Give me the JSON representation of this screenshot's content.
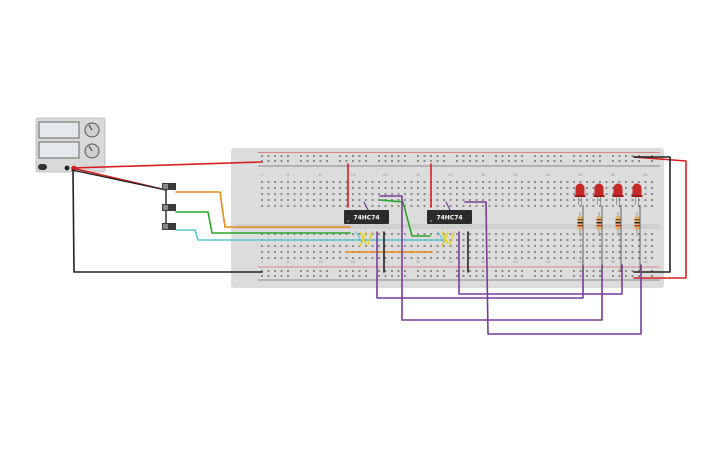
{
  "chips": [
    {
      "label": "74HC74"
    },
    {
      "label": "74HC74"
    }
  ],
  "breadboard": {
    "column_numbers": [
      "1",
      "5",
      "10",
      "15",
      "20",
      "25",
      "30",
      "35",
      "40",
      "45",
      "50",
      "55",
      "60"
    ]
  },
  "colors": {
    "board": "#dcdcdc",
    "rail_red": "#d32f2f",
    "rail_black": "#222222",
    "wire_red": "#d62020",
    "wire_black": "#222222",
    "wire_orange": "#e88a1a",
    "wire_green": "#2aa52a",
    "wire_cyan": "#5bc6d6",
    "wire_purple": "#7a3c9a",
    "wire_yellow": "#e8d020",
    "led": "#c62828",
    "chip": "#2b2b2b"
  },
  "leds": [
    {
      "state": "off"
    },
    {
      "state": "off"
    },
    {
      "state": "off"
    },
    {
      "state": "off"
    }
  ],
  "switches": [
    {
      "state": "off"
    },
    {
      "state": "off"
    },
    {
      "state": "off"
    }
  ]
}
